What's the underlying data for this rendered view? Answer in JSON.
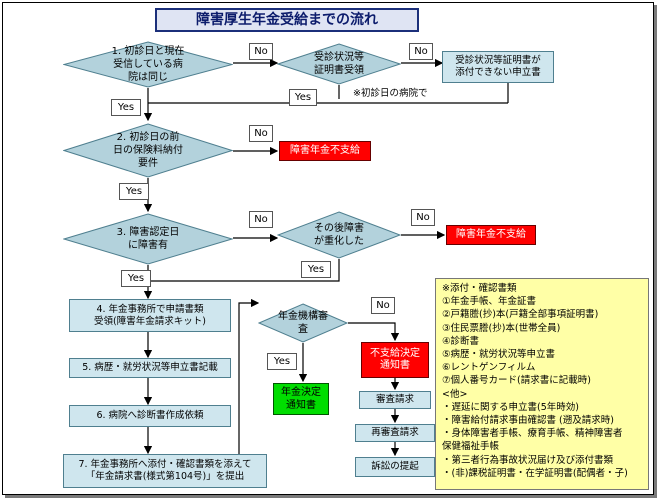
{
  "title": "障害厚生年金受給までの流れ",
  "decisions": {
    "d1": "1. 初診日と現在\n受信している病\n院は同じ",
    "d2": "受診状況等\n証明書受領",
    "d3": "2. 初診日の前\n日の保険料納付\n要件",
    "d4": "3. 障害認定日\nに障害有",
    "d5": "その後障害\nが重化した",
    "d6": "年金機構審\n査"
  },
  "labels": {
    "yes": "Yes",
    "no": "No"
  },
  "boxes": {
    "cert_missing": "受診状況等証明書が\n添付できない申立書",
    "step4": "4. 年金事務所で申請書類\n受領(障害年金請求キット)",
    "step5": "5. 病歴・就労状況等申立書記載",
    "step6": "6. 病院へ診断書作成依頼",
    "step7": "7. 年金事務所へ添付・確認書類を添えて\n「年金請求書(様式第104号)」を提出",
    "pay_decision": "年金決定\n通知書",
    "nopay_decision": "不支給決定\n通知書",
    "review1": "審査請求",
    "review2": "再審査請求",
    "lawsuit": "訴訟の提起"
  },
  "results": {
    "no_pay": "障害年金不支給"
  },
  "note_first_visit": "※初診日の病院で",
  "documents": {
    "heading": "※添付・確認書類",
    "items": [
      "①年金手帳、年金証書",
      "②戸籍謄(抄)本(戸籍全部事項証明書)",
      "③住民票謄(抄)本(世帯全員)",
      "④診断書",
      "⑤病歴・就労状況等申立書",
      "⑥レントゲンフィルム",
      "⑦個人番号カード(請求書に記載時)",
      "<他>",
      "・遅延に関する申立書(5年時効)",
      "・障害給付請求事由確認書 (遡及請求時)",
      "・身体障害者手帳、療育手帳、精神障害者",
      "保健福祉手帳",
      "・第三者行為事故状況届け及び添付書類",
      "・(非)課税証明書・在学証明書(配偶者・子)"
    ]
  },
  "colors": {
    "diamond": "#b3d2dc",
    "box": "#cfe6ee",
    "red": "#ff0000",
    "green": "#00dd00",
    "docs_bg": "#ffffa6"
  }
}
